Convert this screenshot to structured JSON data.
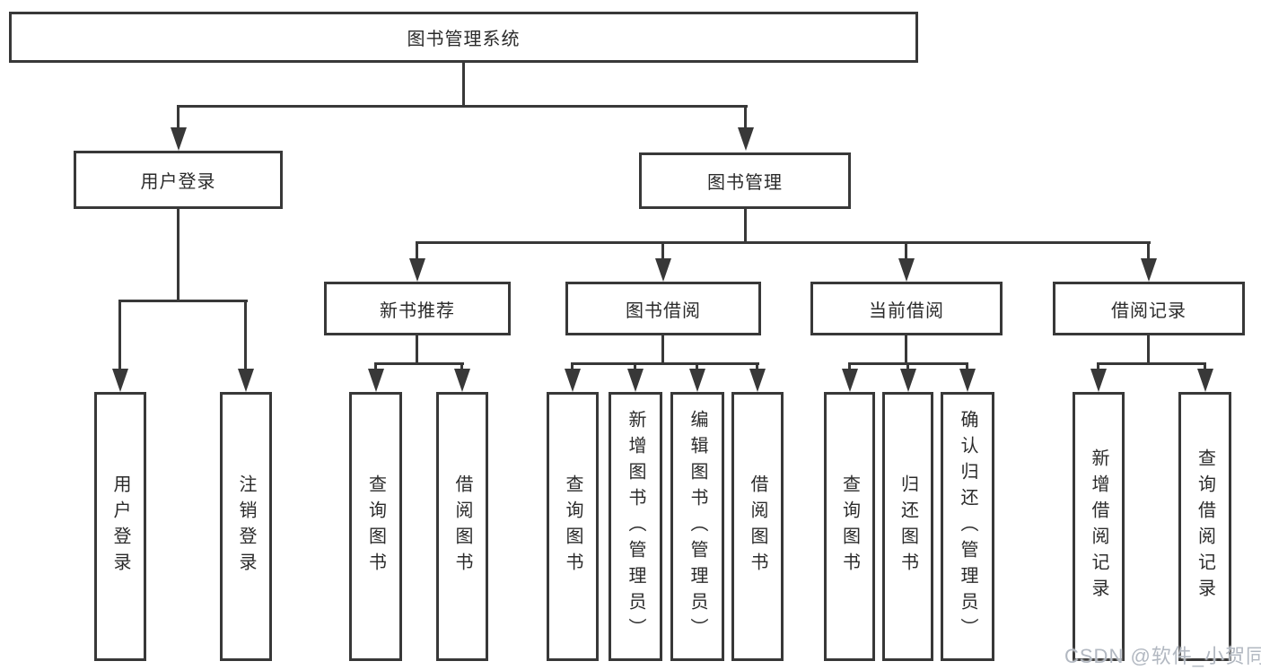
{
  "diagram": {
    "title": "图书管理系统",
    "nodes": {
      "root": "图书管理系统",
      "user_login": "用户登录",
      "book_mgmt": "图书管理",
      "new_books": "新书推荐",
      "borrowing": "图书借阅",
      "current": "当前借阅",
      "records": "借阅记录"
    },
    "leaves": {
      "login": [
        "用户登录",
        "注销登录"
      ],
      "new_books": [
        "查询图书",
        "借阅图书"
      ],
      "borrowing": [
        "查询图书",
        "新增图书（管理员）",
        "编辑图书（管理员）",
        "借阅图书"
      ],
      "current": [
        "查询图书",
        "归还图书",
        "确认归还（管理员）"
      ],
      "records": [
        "新增借阅记录",
        "查询借阅记录"
      ]
    },
    "colors": {
      "line": "#383838",
      "text": "#2b2b2b",
      "background": "#ffffff",
      "watermark": "#b2b8c1"
    }
  },
  "watermark": {
    "text": "CSDN @软件_小贺同学"
  }
}
